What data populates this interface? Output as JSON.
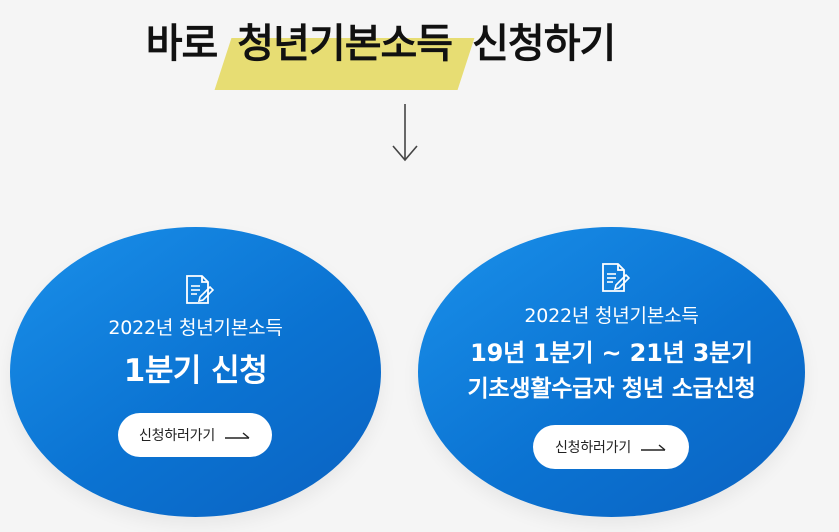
{
  "header": {
    "title_prefix": "바로",
    "title_highlight": "청년기본소득",
    "title_suffix": "신청하기"
  },
  "cards": [
    {
      "year_line": "2022년 청년기본소득",
      "main_line": "1분기 신청",
      "button_label": "신청하러가기"
    },
    {
      "year_line": "2022년 청년기본소득",
      "main_line_1": "19년 1분기 ~ 21년 3분기",
      "main_line_2": "기초생활수급자 청년 소급신청",
      "button_label": "신청하러가기"
    }
  ],
  "colors": {
    "background": "#f5f5f5",
    "highlight": "#e7dd73",
    "card_blue": "#1287e4",
    "button_bg": "#ffffff",
    "title_text": "#111111"
  },
  "icons": {
    "arrow_down": "arrow-down-icon",
    "document": "document-edit-icon",
    "button_arrow": "arrow-right-icon"
  }
}
